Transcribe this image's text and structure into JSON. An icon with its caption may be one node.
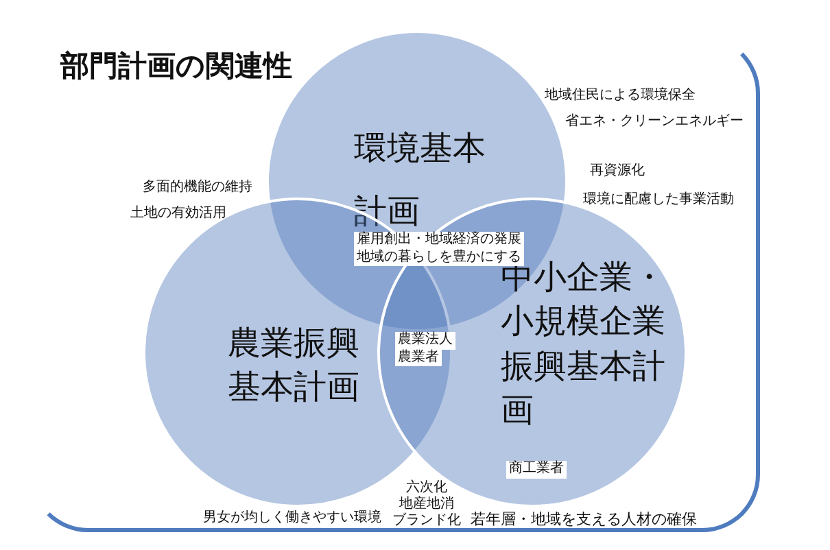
{
  "diagram": {
    "title": "部門計画の関連性",
    "nodes": [
      {
        "text": [
          "環境基本計画"
        ]
      },
      {
        "text": [
          "農業振興基本計画"
        ]
      },
      {
        "text": [
          "中小企業・小規模企業振興基本計画"
        ]
      }
    ],
    "labels": [
      "地域住民による環境保全",
      "省エネ・クリーンエネルギー",
      "多面的機能の維持",
      "再資源化",
      "土地の有効活用",
      "環境に配慮した事業活動",
      "雇用創出・地域経済の発展",
      "地域の暮らしを豊かにする",
      "農業法人",
      "農業者",
      "商工業者",
      "六次化",
      "地産地消",
      "ブランド化",
      "男女が均しく働きやすい環境",
      "若年層・地域を支える人材の確保"
    ]
  }
}
